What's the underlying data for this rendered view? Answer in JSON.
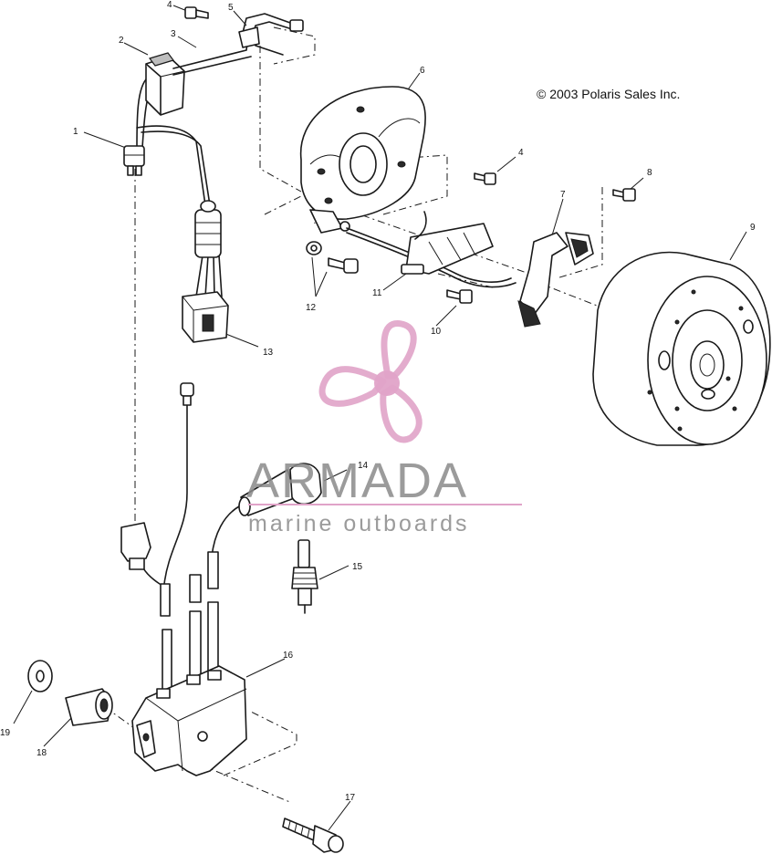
{
  "copyright": "© 2003 Polaris Sales Inc.",
  "watermark": {
    "title": "ARMADA",
    "subtitle": "marine outboards",
    "accent_color": "#e0a3c8",
    "text_color": "#8a8a8a"
  },
  "callouts": [
    "1",
    "2",
    "3",
    "4",
    "5",
    "6",
    "4",
    "8",
    "7",
    "9",
    "12",
    "11",
    "10",
    "13",
    "14",
    "15",
    "16",
    "19",
    "18",
    "17"
  ]
}
